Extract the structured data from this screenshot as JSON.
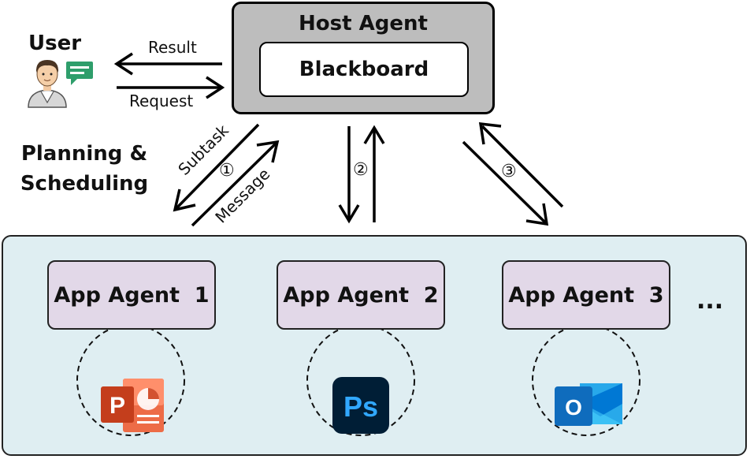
{
  "host": {
    "title": "Host Agent",
    "blackboard": "Blackboard"
  },
  "user": {
    "label": "User",
    "result": "Result",
    "request": "Request"
  },
  "planning": {
    "line1": "Planning &",
    "line2": "Scheduling"
  },
  "flows": {
    "subtask": "Subtask",
    "message": "Message",
    "step1": "①",
    "step2": "②",
    "step3": "③"
  },
  "apps": [
    {
      "label": "App Agent  1",
      "icon": "powerpoint-icon",
      "icon_text": "P"
    },
    {
      "label": "App Agent  2",
      "icon": "photoshop-icon",
      "icon_text": "Ps"
    },
    {
      "label": "App Agent  3",
      "icon": "outlook-icon",
      "icon_text": "O"
    }
  ],
  "more": "...",
  "colors": {
    "host_fill": "#bdbdbd",
    "app_area_fill": "#dfeef2",
    "app_box_fill": "#e2d8e8",
    "powerpoint": "#d24726",
    "photoshop_bg": "#001e36",
    "photoshop_fg": "#31a8ff",
    "outlook": "#0f6cbd",
    "user_chat": "#2e9e6b"
  }
}
